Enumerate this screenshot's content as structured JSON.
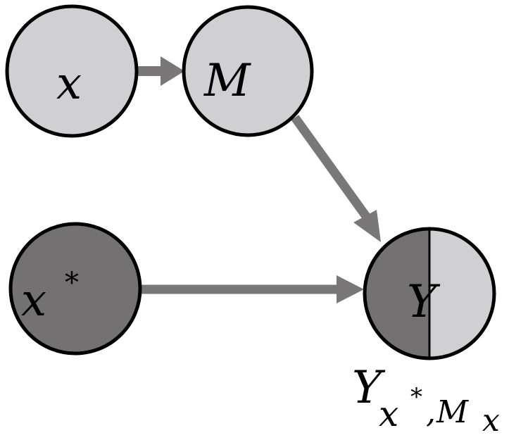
{
  "colors": {
    "light_node": "#d0cfd1",
    "dark_node": "#747172",
    "edge": "#7a7778",
    "outline": "#000000",
    "background": "#ffffff"
  },
  "nodes": {
    "x": {
      "label": "x"
    },
    "m": {
      "label": "M"
    },
    "x_star": {
      "label": "x",
      "superscript": "*"
    },
    "y": {
      "label": "Y"
    }
  },
  "edges": [
    {
      "from": "x",
      "to": "M"
    },
    {
      "from": "M",
      "to": "Y"
    },
    {
      "from": "x*",
      "to": "Y"
    }
  ],
  "counterfactual_label": {
    "main": "Y",
    "sub_x": "x",
    "sub_star": "*",
    "sub_comma": ",",
    "sub_m": "M",
    "sub_m_sub": "x"
  }
}
